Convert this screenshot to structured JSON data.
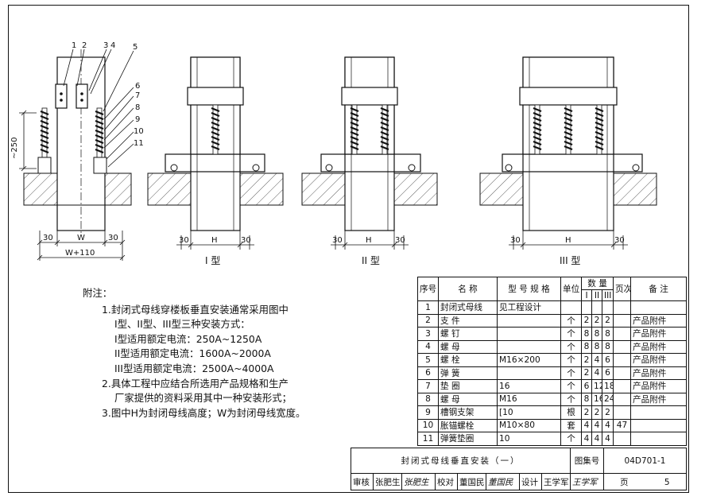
{
  "drawing": {
    "labels_left": {
      "callouts": [
        "1",
        "2",
        "3",
        "4",
        "5",
        "6",
        "7",
        "8",
        "9",
        "10",
        "11"
      ],
      "dim_height": "~250",
      "dim_30_left": "30",
      "dim_w": "W",
      "dim_30_right": "30",
      "dim_total": "W+110"
    },
    "type1": {
      "dim_30_left": "30",
      "dim_h": "H",
      "dim_30_right": "30",
      "label": "I 型"
    },
    "type2": {
      "dim_30_left": "30",
      "dim_h": "H",
      "dim_30_right": "30",
      "label": "II 型"
    },
    "type3": {
      "dim_30_left": "30",
      "dim_h": "H",
      "dim_30_right": "30",
      "label": "III 型"
    }
  },
  "notes": {
    "title": "附注：",
    "lines": [
      "1.封闭式母线穿楼板垂直安装通常采用图中",
      "I型、II型、III型三种安装方式：",
      "I型适用额定电流：250A~1250A",
      "II型适用额定电流：1600A~2000A",
      "III型适用额定电流：2500A~4000A",
      "2.具体工程中应结合所选用产品规格和生产",
      "厂家提供的资料采用其中一种安装形式；",
      "3.图中H为封闭母线高度；W为封闭母线宽度。"
    ]
  },
  "parts_table": {
    "headers": {
      "no": "序号",
      "name": "名 称",
      "spec": "型 号 规 格",
      "unit": "单位",
      "qty": "数 量",
      "q1": "I",
      "q2": "II",
      "q3": "III",
      "page": "页次",
      "remark": "备 注"
    },
    "rows": [
      {
        "no": "1",
        "name": "封闭式母线",
        "spec": "见工程设计",
        "unit": "",
        "q1": "",
        "q2": "",
        "q3": "",
        "page": "",
        "remark": ""
      },
      {
        "no": "2",
        "name": "支 件",
        "spec": "",
        "unit": "个",
        "q1": "2",
        "q2": "2",
        "q3": "2",
        "page": "",
        "remark": "产品附件"
      },
      {
        "no": "3",
        "name": "螺 钉",
        "spec": "",
        "unit": "个",
        "q1": "8",
        "q2": "8",
        "q3": "8",
        "page": "",
        "remark": "产品附件"
      },
      {
        "no": "4",
        "name": "螺 母",
        "spec": "",
        "unit": "个",
        "q1": "8",
        "q2": "8",
        "q3": "8",
        "page": "",
        "remark": "产品附件"
      },
      {
        "no": "5",
        "name": "螺 栓",
        "spec": "M16×200",
        "unit": "个",
        "q1": "2",
        "q2": "4",
        "q3": "6",
        "page": "",
        "remark": "产品附件"
      },
      {
        "no": "6",
        "name": "弹 簧",
        "spec": "",
        "unit": "个",
        "q1": "2",
        "q2": "4",
        "q3": "6",
        "page": "",
        "remark": "产品附件"
      },
      {
        "no": "7",
        "name": "垫 圈",
        "spec": "16",
        "unit": "个",
        "q1": "6",
        "q2": "12",
        "q3": "18",
        "page": "",
        "remark": "产品附件"
      },
      {
        "no": "8",
        "name": "螺 母",
        "spec": "M16",
        "unit": "个",
        "q1": "8",
        "q2": "16",
        "q3": "24",
        "page": "",
        "remark": "产品附件"
      },
      {
        "no": "9",
        "name": "槽钢支架",
        "spec": "[10",
        "unit": "根",
        "q1": "2",
        "q2": "2",
        "q3": "2",
        "page": "",
        "remark": ""
      },
      {
        "no": "10",
        "name": "胀锚螺栓",
        "spec": "M10×80",
        "unit": "套",
        "q1": "4",
        "q2": "4",
        "q3": "4",
        "page": "47",
        "remark": ""
      },
      {
        "no": "11",
        "name": "弹簧垫圈",
        "spec": "10",
        "unit": "个",
        "q1": "4",
        "q2": "4",
        "q3": "4",
        "page": "",
        "remark": ""
      }
    ]
  },
  "title_block": {
    "title": "封闭式母线垂直安装（一）",
    "atlas_label": "图集号",
    "atlas_no": "04D701-1",
    "review_label": "审核",
    "review_name": "张肥生",
    "review_sig": "张肥生",
    "check_label": "校对",
    "check_name": "董国民",
    "check_sig": "董国民",
    "design_label": "设计",
    "design_name": "王学军",
    "design_sig": "王学军",
    "page_label": "页",
    "page_no": "5"
  }
}
